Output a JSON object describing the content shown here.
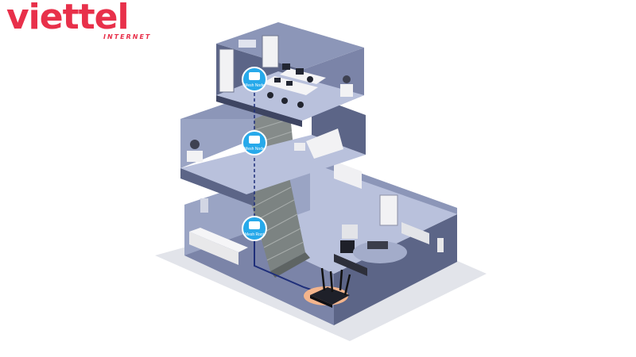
{
  "brand": {
    "name": "viettel",
    "tagline": "INTERNET",
    "color": "#e8304a"
  },
  "colors": {
    "wall_dark": "#5c6587",
    "wall_light": "#9aa4c4",
    "floor": "#b9c1dc",
    "ground": "#e2e4ea",
    "node_blue": "#27a9ea",
    "cable": "#1f2f7a",
    "router_glow": "#f3b48c"
  },
  "mesh_nodes": [
    {
      "label": "Mesh Node"
    },
    {
      "label": "Mesh Node"
    },
    {
      "label": "Mesh Root"
    }
  ],
  "icons": {
    "mesh_node": "wifi-access-point-icon",
    "router": "router-icon"
  }
}
